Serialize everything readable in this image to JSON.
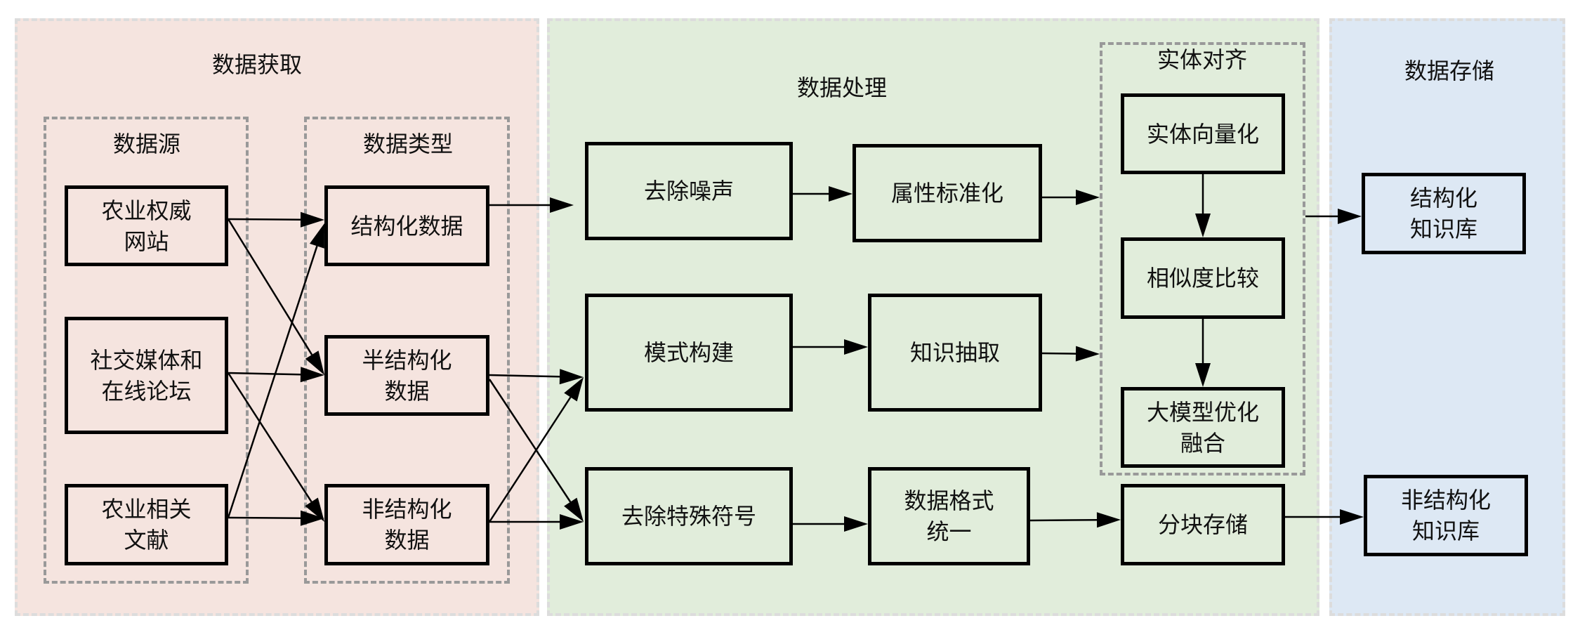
{
  "panels": {
    "acquisition": {
      "title": "数据获取",
      "color": "#f5e4df"
    },
    "processing": {
      "title": "数据处理",
      "color": "#e1eddb"
    },
    "storage": {
      "title": "数据存储",
      "color": "#dde8f4"
    }
  },
  "groups": {
    "sources": {
      "title": "数据源"
    },
    "types": {
      "title": "数据类型"
    },
    "entity_alignment": {
      "title": "实体对齐"
    }
  },
  "nodes": {
    "src_web": {
      "lines": [
        "农业权威",
        "网站"
      ]
    },
    "src_social": {
      "lines": [
        "社交媒体和",
        "在线论坛"
      ]
    },
    "src_literature": {
      "lines": [
        "农业相关",
        "文献"
      ]
    },
    "type_structured": {
      "lines": [
        "结构化数据"
      ]
    },
    "type_semi": {
      "lines": [
        "半结构化",
        "数据"
      ]
    },
    "type_unstructured": {
      "lines": [
        "非结构化",
        "数据"
      ]
    },
    "denoise": {
      "lines": [
        "去除噪声"
      ]
    },
    "attr_norm": {
      "lines": [
        "属性标准化"
      ]
    },
    "schema": {
      "lines": [
        "模式构建"
      ]
    },
    "extract": {
      "lines": [
        "知识抽取"
      ]
    },
    "remove_symbols": {
      "lines": [
        "去除特殊符号"
      ]
    },
    "format_unify": {
      "lines": [
        "数据格式",
        "统一"
      ]
    },
    "entity_vec": {
      "lines": [
        "实体向量化"
      ]
    },
    "similarity": {
      "lines": [
        "相似度比较"
      ]
    },
    "llm_fusion": {
      "lines": [
        "大模型优化",
        "融合"
      ]
    },
    "chunk_store": {
      "lines": [
        "分块存储"
      ]
    },
    "kb_structured": {
      "lines": [
        "结构化",
        "知识库"
      ]
    },
    "kb_unstructured": {
      "lines": [
        "非结构化",
        "知识库"
      ]
    }
  },
  "edges": [
    {
      "from": "src_web",
      "to": "type_structured"
    },
    {
      "from": "src_web",
      "to": "type_semi"
    },
    {
      "from": "src_social",
      "to": "type_semi"
    },
    {
      "from": "src_social",
      "to": "type_unstructured"
    },
    {
      "from": "src_literature",
      "to": "type_structured"
    },
    {
      "from": "src_literature",
      "to": "type_unstructured"
    },
    {
      "from": "type_structured",
      "to": "denoise"
    },
    {
      "from": "type_semi",
      "to": "schema"
    },
    {
      "from": "type_semi",
      "to": "remove_symbols"
    },
    {
      "from": "type_unstructured",
      "to": "schema"
    },
    {
      "from": "type_unstructured",
      "to": "remove_symbols"
    },
    {
      "from": "denoise",
      "to": "attr_norm"
    },
    {
      "from": "attr_norm",
      "to": "entity_alignment"
    },
    {
      "from": "schema",
      "to": "extract"
    },
    {
      "from": "extract",
      "to": "entity_alignment"
    },
    {
      "from": "remove_symbols",
      "to": "format_unify"
    },
    {
      "from": "format_unify",
      "to": "chunk_store"
    },
    {
      "from": "entity_vec",
      "to": "similarity"
    },
    {
      "from": "similarity",
      "to": "llm_fusion"
    },
    {
      "from": "entity_alignment",
      "to": "kb_structured"
    },
    {
      "from": "chunk_store",
      "to": "kb_unstructured"
    }
  ]
}
